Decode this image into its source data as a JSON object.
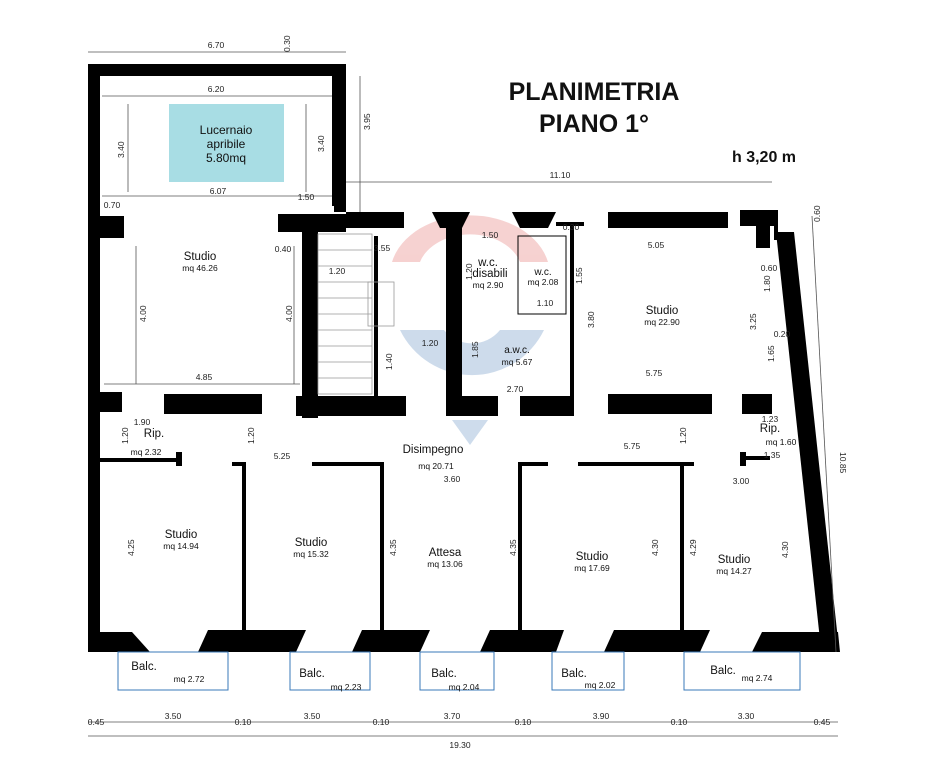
{
  "title_line1": "PLANIMETRIA",
  "title_line2": "PIANO 1°",
  "height_label": "h 3,20 m",
  "rooms": [
    {
      "id": "studio-nw",
      "name": "Studio",
      "area": "mq 46.26"
    },
    {
      "id": "skylight",
      "name": "Lucernaio",
      "name2": "apribile",
      "area": "5.80mq"
    },
    {
      "id": "wc-disabili",
      "name": "w.c.",
      "name2": "disabili",
      "area": "mq 2.90"
    },
    {
      "id": "wc",
      "name": "w.c.",
      "area": "mq 2.08"
    },
    {
      "id": "awc",
      "name": "a.w.c.",
      "area": "mq 5.67"
    },
    {
      "id": "studio-ne",
      "name": "Studio",
      "area": "mq 22.90"
    },
    {
      "id": "disimpegno",
      "name": "Disimpegno",
      "area": "mq 20.71"
    },
    {
      "id": "rip-w",
      "name": "Rip.",
      "area": "mq 2.32"
    },
    {
      "id": "rip-e",
      "name": "Rip.",
      "area": "mq 1.60"
    },
    {
      "id": "studio-s1",
      "name": "Studio",
      "area": "mq 14.94"
    },
    {
      "id": "studio-s2",
      "name": "Studio",
      "area": "mq 15.32"
    },
    {
      "id": "attesa",
      "name": "Attesa",
      "area": "mq 13.06"
    },
    {
      "id": "studio-s3",
      "name": "Studio",
      "area": "mq 17.69"
    },
    {
      "id": "studio-s4",
      "name": "Studio",
      "area": "mq 14.27"
    }
  ],
  "balconies": [
    {
      "name": "Balc.",
      "area": "mq 2.72"
    },
    {
      "name": "Balc.",
      "area": "mq 2.23"
    },
    {
      "name": "Balc.",
      "area": "mq 2.04"
    },
    {
      "name": "Balc.",
      "area": "mq 2.02"
    },
    {
      "name": "Balc.",
      "area": "mq 2.74"
    }
  ],
  "dimensions": {
    "top_670": "6.70",
    "top_030": "0.30",
    "top_395": "3.95",
    "sky_620": "6.20",
    "sky_340a": "3.40",
    "sky_340b": "3.40",
    "sky_607": "6.07",
    "d_150a": "1.50",
    "d_070": "0.70",
    "d_1110": "11.10",
    "d_060": "0.60",
    "d_040": "0.40",
    "d_355": "3.55",
    "d_120a": "1.20",
    "d_400a": "4.00",
    "d_400b": "4.00",
    "d_485": "4.85",
    "d_150b": "1.50",
    "d_030b": "0.30",
    "d_120b": "1.20",
    "d_155": "1.55",
    "d_110": "1.10",
    "d_380": "3.80",
    "d_185": "1.85",
    "d_270": "2.70",
    "d_140": "1.40",
    "d_120c": "1.20",
    "d_505": "5.05",
    "d_060b": "0.60",
    "d_180": "1.80",
    "d_325": "3.25",
    "d_020": "0.20",
    "d_165": "1.65",
    "d_575a": "5.75",
    "d_190": "1.90",
    "d_120d": "1.20",
    "d_120e": "1.20",
    "d_525": "5.25",
    "d_575b": "5.75",
    "d_120f": "1.20",
    "d_123": "1.23",
    "d_135": "1.35",
    "d_360": "3.60",
    "d_300": "3.00",
    "d_1085": "10.85",
    "d_425": "4.25",
    "d_435a": "4.35",
    "d_435b": "4.35",
    "d_430a": "4.30",
    "d_429": "4.29",
    "d_430b": "4.30",
    "b_045a": "0.45",
    "b_350a": "3.50",
    "b_010a": "0.10",
    "b_350b": "3.50",
    "b_010b": "0.10",
    "b_370": "3.70",
    "b_010c": "0.10",
    "b_390": "3.90",
    "b_010d": "0.10",
    "b_330": "3.30",
    "b_045b": "0.45",
    "b_1930": "19.30"
  },
  "colors": {
    "skylight": "#a8dde4",
    "balcony_hatch": "#3a79b8",
    "watermark": "#1f5fa8",
    "watermark_red": "#d8312d"
  }
}
